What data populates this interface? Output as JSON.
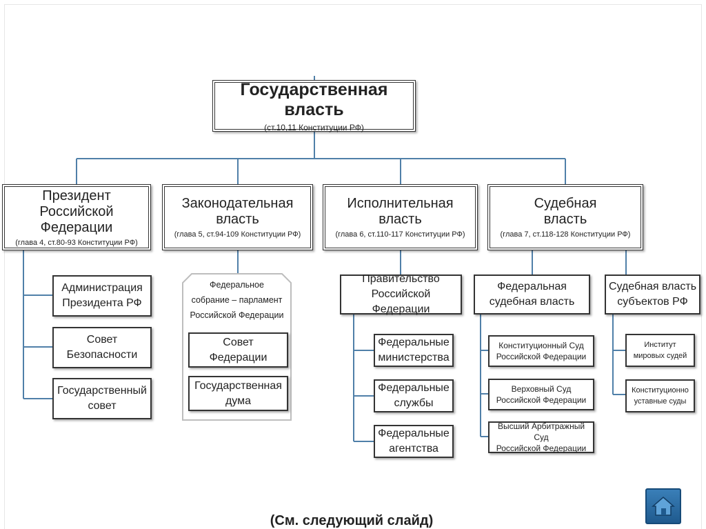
{
  "root": {
    "title": "Государственная власть",
    "subtitle": "(ст.10,11 Конституции РФ)"
  },
  "branches": {
    "president": {
      "title_line1": "Президент",
      "title_line2": "Российской Федерации",
      "subtitle": "(глава 4, ст.80-93 Конституции РФ)",
      "children": [
        {
          "line1": "Администрация",
          "line2": "Президента РФ"
        },
        {
          "line1": "Совет",
          "line2": "Безопасности"
        },
        {
          "line1": "Государственный",
          "line2": "совет"
        }
      ]
    },
    "legislative": {
      "title_line1": "Законодательная",
      "title_line2": "власть",
      "subtitle": "(глава 5, ст.94-109 Конституции РФ)",
      "parliament": {
        "line1": "Федеральное",
        "line2": "собрание – парламент",
        "line3": "Российской Федерации"
      },
      "children": [
        {
          "line1": "Совет",
          "line2": "Федерации"
        },
        {
          "line1": "Государственная",
          "line2": "дума"
        }
      ]
    },
    "executive": {
      "title_line1": "Исполнительная",
      "title_line2": "власть",
      "subtitle": "(глава 6, ст.110-117 Конституции РФ)",
      "government": {
        "line1": "Правительство",
        "line2": "Российской Федерации"
      },
      "children": [
        {
          "line1": "Федеральные",
          "line2": "министерства"
        },
        {
          "line1": "Федеральные",
          "line2": "службы"
        },
        {
          "line1": "Федеральные",
          "line2": "агентства"
        }
      ]
    },
    "judicial": {
      "title_line1": "Судебная",
      "title_line2": "власть",
      "subtitle": "(глава 7, ст.118-128 Конституции РФ)",
      "federal": {
        "line1": "Федеральная",
        "line2": "судебная власть",
        "children": [
          {
            "line1": "Конституционный Суд",
            "line2": "Российской Федерации"
          },
          {
            "line1": "Верховный Суд",
            "line2": "Российской Федерации"
          },
          {
            "line1": "Высший Арбитражный Суд",
            "line2": "Российской Федерации"
          }
        ]
      },
      "regional": {
        "line1": "Судебная власть",
        "line2": "субъектов РФ",
        "children": [
          {
            "line1": "Институт",
            "line2": "мировых судей"
          },
          {
            "line1": "Конституционно",
            "line2": "уставные суды"
          }
        ]
      }
    }
  },
  "footer_note": "(См. следующий слайд)",
  "colors": {
    "connector": "#4f7fa8",
    "border": "#333333",
    "home_button": "#2b6ea6"
  },
  "icons": {
    "home": "home-icon"
  }
}
